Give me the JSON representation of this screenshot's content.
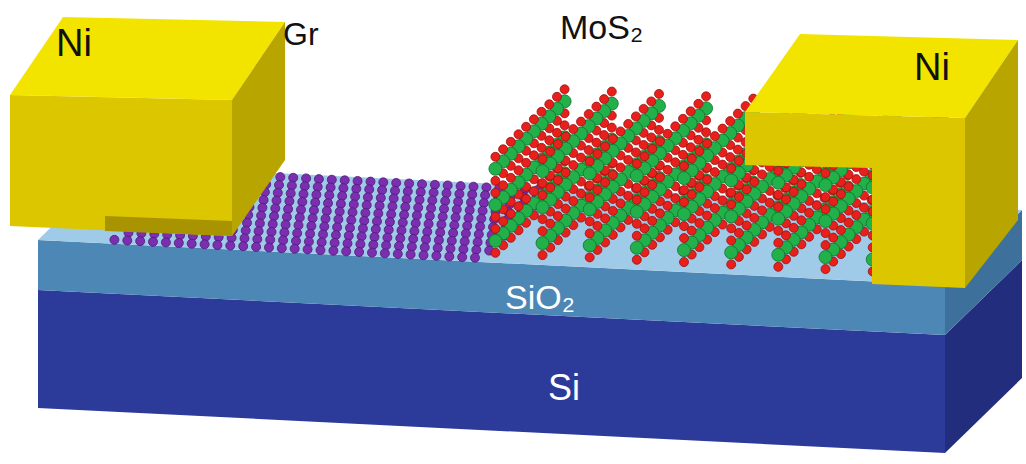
{
  "diagram": {
    "labels": [
      "Ni",
      "Gr",
      "MoS₂",
      "Ni",
      "SiO₂",
      "Si"
    ]
  }
}
